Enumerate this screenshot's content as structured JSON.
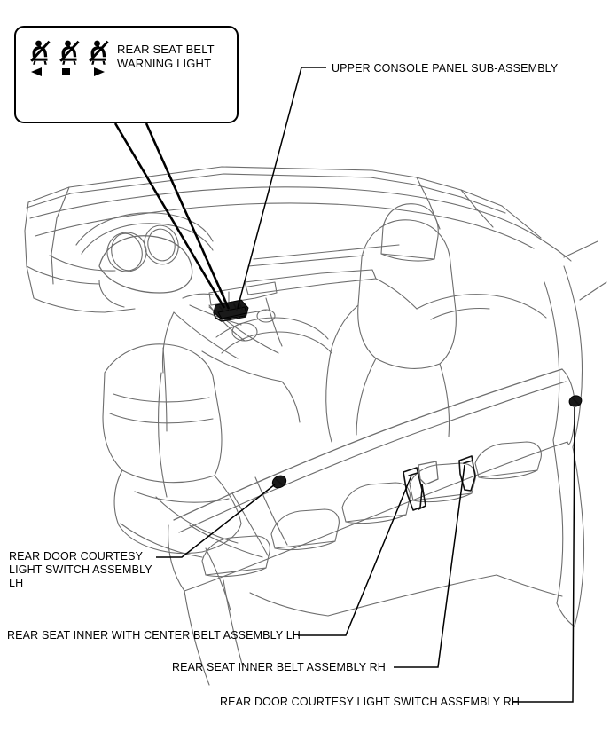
{
  "diagram": {
    "type": "automotive-service-illustration",
    "subject": "Rear seat belt warning light and rear seat belt / courtesy switch component locations",
    "view": "interior perspective line drawing of vehicle cabin from left front, showing dashboard, front seats and rear seat"
  },
  "callout": {
    "label_line1": "REAR SEAT BELT",
    "label_line2": "WARNING LIGHT",
    "icons": [
      {
        "name": "seat-belt-warning-icon-left",
        "marker": "left-triangle",
        "marker_glyph": "◀"
      },
      {
        "name": "seat-belt-warning-icon-center",
        "marker": "square",
        "marker_glyph": "■"
      },
      {
        "name": "seat-belt-warning-icon-right",
        "marker": "right-triangle",
        "marker_glyph": "▶"
      }
    ]
  },
  "labels": {
    "upper_console": "UPPER CONSOLE PANEL SUB-ASSEMBLY",
    "rear_door_courtesy_lh_line1": "REAR DOOR COURTESY",
    "rear_door_courtesy_lh_line2": "LIGHT SWITCH ASSEMBLY",
    "rear_door_courtesy_lh_line3": "LH",
    "rear_seat_inner_center_belt_lh": "REAR SEAT INNER WITH CENTER BELT ASSEMBLY LH",
    "rear_seat_inner_belt_rh": "REAR SEAT INNER BELT ASSEMBLY RH",
    "rear_door_courtesy_rh": "REAR DOOR COURTESY LIGHT SWITCH ASSEMBLY RH"
  },
  "colors": {
    "line_dark": "#000000",
    "line_light": "#6d6d6d",
    "background": "#ffffff",
    "component_fill": "#1a1a1a"
  },
  "parts": [
    {
      "name": "upper-console-panel-sub-assembly",
      "marker": "dark-console-module"
    },
    {
      "name": "rear-door-courtesy-light-switch-assembly-lh",
      "marker": "dark-switch-oval"
    },
    {
      "name": "rear-seat-inner-with-center-belt-assembly-lh",
      "marker": "buckle-pair"
    },
    {
      "name": "rear-seat-inner-belt-assembly-rh",
      "marker": "buckle-single"
    },
    {
      "name": "rear-door-courtesy-light-switch-assembly-rh",
      "marker": "dark-switch-oval"
    }
  ]
}
